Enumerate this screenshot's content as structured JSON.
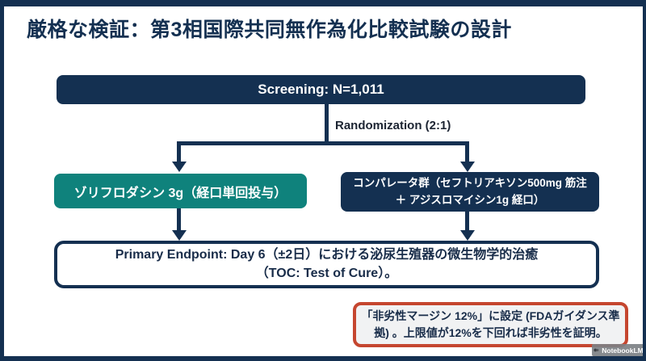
{
  "colors": {
    "navy": "#143051",
    "teal": "#0f827c",
    "red_accent": "#c5462f",
    "panel_bg": "#f1f2f3"
  },
  "title": "厳格な検証：第3相国際共同無作為化比較試験の設計",
  "flow": {
    "screening_label": "Screening: N=1,011",
    "randomization_label": "Randomization (2:1)",
    "arm_test_label": "ゾリフロダシン 3g（経口単回投与）",
    "arm_comparator": {
      "line1": "コンパレータ群（セフトリアキソン500mg 筋注",
      "line2": "＋ アジスロマイシン1g 経口）"
    },
    "endpoint": {
      "line1": "Primary Endpoint: Day 6（±2日）における泌尿生殖器の微生物学的治癒",
      "line2": "（TOC: Test of Cure）。"
    }
  },
  "callout": {
    "line1": "「非劣性マージン 12%」に設定 (FDAガイダンス準",
    "line2": "拠) 。上限値が12%を下回れば非劣性を証明。"
  },
  "watermark": {
    "label": "NotebookLM"
  }
}
